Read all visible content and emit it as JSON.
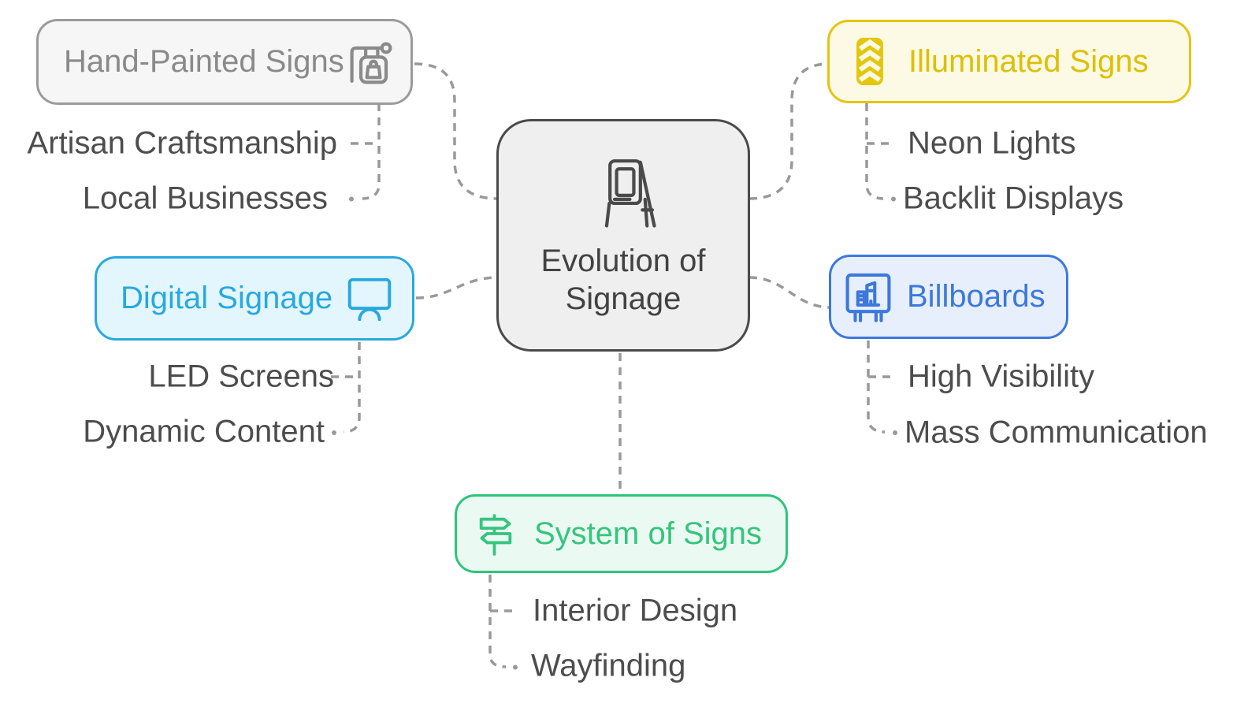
{
  "center": {
    "lines": [
      "Evolution of",
      "Signage"
    ],
    "icon": "a-frame-sign-icon",
    "border_color": "#4a4a4a",
    "fill_color": "#efefef",
    "text_color": "#424242"
  },
  "branches": [
    {
      "label": "Hand-Painted Signs",
      "icon": "hanging-shop-sign-icon",
      "border_color": "#9b9b9b",
      "fill_color": "#f6f6f6",
      "text_color": "#8a8a8a",
      "children": [
        "Artisan Craftsmanship",
        "Local Businesses"
      ]
    },
    {
      "label": "Illuminated Signs",
      "icon": "chevron-light-column-icon",
      "border_color": "#e4c412",
      "fill_color": "#fcf9e4",
      "text_color": "#ddc007",
      "children": [
        "Neon Lights",
        "Backlit Displays"
      ]
    },
    {
      "label": "Digital Signage",
      "icon": "display-screen-icon",
      "border_color": "#29a8e0",
      "fill_color": "#e3f6fd",
      "text_color": "#29a8e0",
      "children": [
        "LED Screens",
        "Dynamic Content"
      ]
    },
    {
      "label": "Billboards",
      "icon": "billboard-icon",
      "border_color": "#3c78dd",
      "fill_color": "#e8effc",
      "text_color": "#3c78dd",
      "children": [
        "High Visibility",
        "Mass Communication"
      ]
    },
    {
      "label": "System of Signs",
      "icon": "signpost-icon",
      "border_color": "#2fc47c",
      "fill_color": "#eafaf2",
      "text_color": "#36c47e",
      "children": [
        "Interior Design",
        "Wayfinding"
      ]
    }
  ],
  "connector_color": "#999999",
  "leaf_text_color": "#4d4d4d"
}
